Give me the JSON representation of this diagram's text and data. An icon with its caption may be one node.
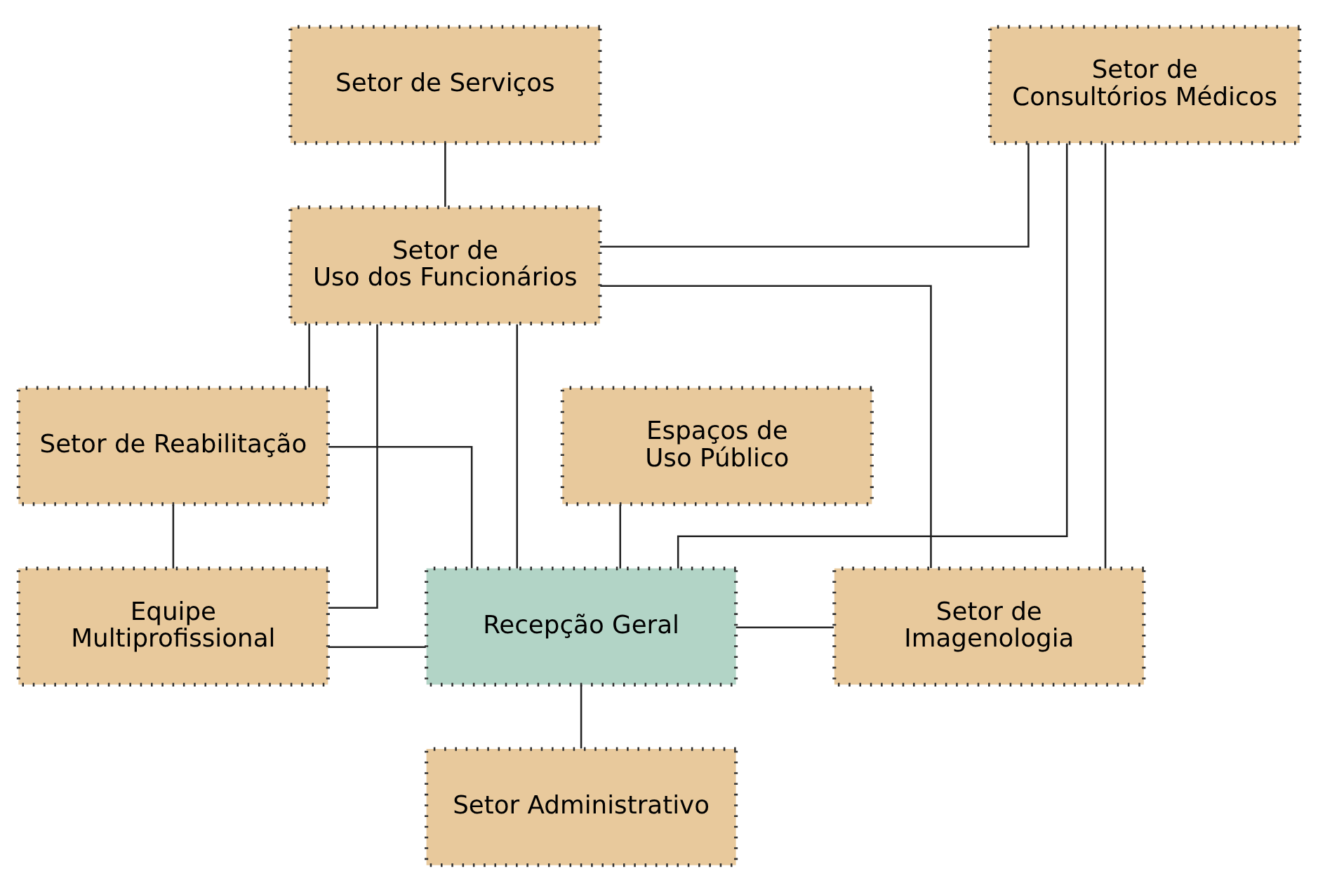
{
  "diagram": {
    "nodes": [
      {
        "text": [
          "Setor de Serviços"
        ]
      },
      {
        "text": [
          "Setor de Consultórios Médicos"
        ]
      },
      {
        "text": [
          "Setor de Uso dos Funcionários"
        ]
      },
      {
        "text": [
          "Equipe Multiprofissional"
        ]
      },
      {
        "text": [
          "Recepção Geral"
        ]
      },
      {
        "text": [
          "Setor de Imagenologia"
        ]
      },
      {
        "text": [
          "Setor de Reabilitação"
        ]
      },
      {
        "text": [
          "Espaços de Uso Público"
        ]
      },
      {
        "text": [
          "Setor Administrativo"
        ]
      }
    ],
    "edges": [
      {
        "from": 0,
        "to": 2,
        "arrow": "none"
      },
      {
        "from": 2,
        "to": 1,
        "arrow": "none"
      },
      {
        "from": 2,
        "to": 5,
        "arrow": "none"
      },
      {
        "from": 1,
        "to": 5,
        "arrow": "none"
      },
      {
        "from": 2,
        "to": 4,
        "arrow": "none"
      },
      {
        "from": 2,
        "to": 6,
        "arrow": "none"
      },
      {
        "from": 2,
        "to": 3,
        "arrow": "none"
      },
      {
        "from": 1,
        "to": 4,
        "arrow": "none"
      },
      {
        "from": 3,
        "to": 4,
        "arrow": "none"
      },
      {
        "from": 4,
        "to": 5,
        "arrow": "none"
      },
      {
        "from": 3,
        "to": 6,
        "arrow": "none"
      },
      {
        "from": 6,
        "to": 4,
        "arrow": "none"
      },
      {
        "from": 4,
        "to": 7,
        "arrow": "none"
      },
      {
        "from": 4,
        "to": 8,
        "arrow": "none"
      }
    ]
  }
}
